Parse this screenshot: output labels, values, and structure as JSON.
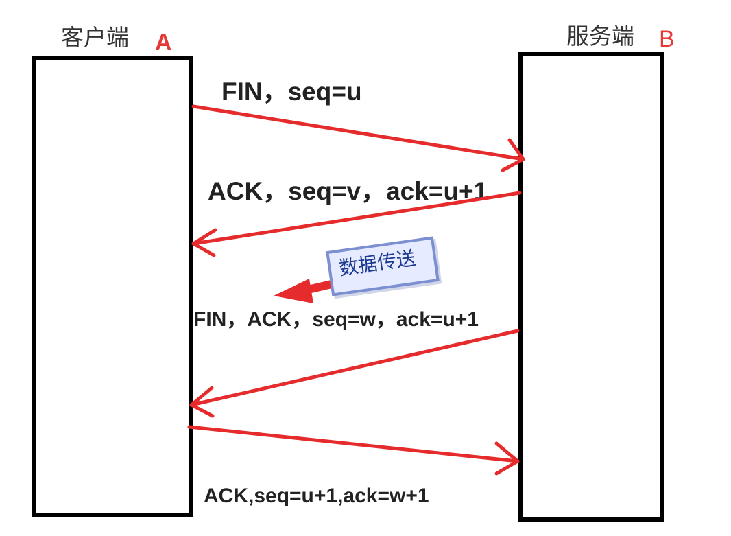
{
  "endpoints": {
    "client": {
      "name": "客户端",
      "letter": "A",
      "letter_color": "#e53935"
    },
    "server": {
      "name": "服务端",
      "letter": "B",
      "letter_color": "#e53935"
    }
  },
  "messages": [
    {
      "text": "FIN，seq=u",
      "direction": "client-to-server"
    },
    {
      "text": "ACK，seq=v，ack=u+1",
      "direction": "server-to-client"
    },
    {
      "text": "FIN，ACK，seq=w，ack=u+1",
      "direction": "server-to-client"
    },
    {
      "text": "ACK,seq=u+1,ack=w+1",
      "direction": "client-to-server"
    }
  ],
  "data_transfer_note": {
    "text": "数据传送",
    "arrow_direction": "left"
  },
  "colors": {
    "arrow": "#e52b2b",
    "box_border": "#000000",
    "note_fill": "#e6ebff",
    "note_border": "#7c8fd0",
    "note_text": "#1d3a93"
  }
}
